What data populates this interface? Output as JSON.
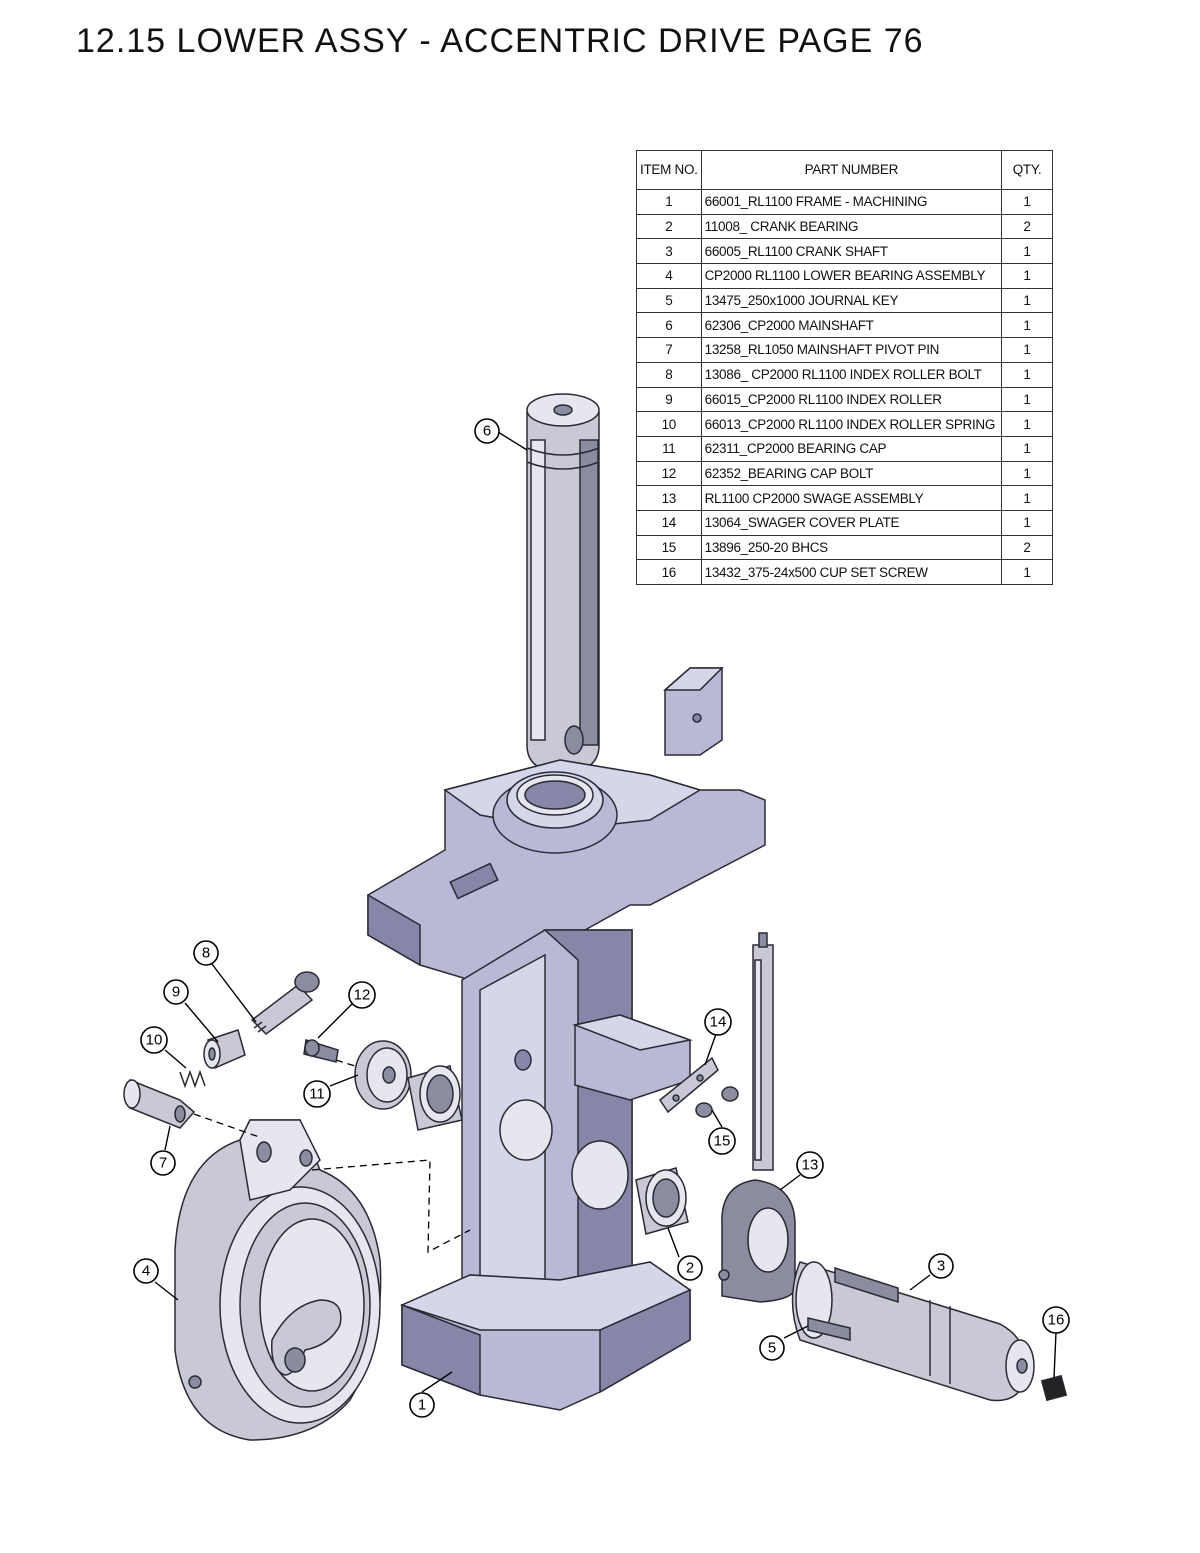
{
  "title": "12.15 LOWER ASSY - ACCENTRIC DRIVE  PAGE 76",
  "bom": {
    "headers": {
      "item": "ITEM NO.",
      "part": "PART NUMBER",
      "qty": "QTY."
    },
    "rows": [
      {
        "item": "1",
        "part": "66001_RL1100 FRAME - MACHINING",
        "qty": "1"
      },
      {
        "item": "2",
        "part": "11008_ CRANK BEARING",
        "qty": "2"
      },
      {
        "item": "3",
        "part": "66005_RL1100 CRANK SHAFT",
        "qty": "1"
      },
      {
        "item": "4",
        "part": "CP2000 RL1100 LOWER BEARING ASSEMBLY",
        "qty": "1"
      },
      {
        "item": "5",
        "part": "13475_250x1000 JOURNAL KEY",
        "qty": "1"
      },
      {
        "item": "6",
        "part": "62306_CP2000 MAINSHAFT",
        "qty": "1"
      },
      {
        "item": "7",
        "part": "13258_RL1050 MAINSHAFT PIVOT PIN",
        "qty": "1"
      },
      {
        "item": "8",
        "part": "13086_ CP2000 RL1100 INDEX ROLLER BOLT",
        "qty": "1"
      },
      {
        "item": "9",
        "part": "66015_CP2000 RL1100 INDEX ROLLER",
        "qty": "1"
      },
      {
        "item": "10",
        "part": "66013_CP2000 RL1100 INDEX ROLLER SPRING",
        "qty": "1"
      },
      {
        "item": "11",
        "part": "62311_CP2000 BEARING CAP",
        "qty": "1"
      },
      {
        "item": "12",
        "part": "62352_BEARING CAP BOLT",
        "qty": "1"
      },
      {
        "item": "13",
        "part": "RL1100 CP2000 SWAGE ASSEMBLY",
        "qty": "1"
      },
      {
        "item": "14",
        "part": "13064_SWAGER COVER PLATE",
        "qty": "1"
      },
      {
        "item": "15",
        "part": "13896_250-20 BHCS",
        "qty": "2"
      },
      {
        "item": "16",
        "part": "13432_375-24x500 CUP SET SCREW",
        "qty": "1"
      }
    ]
  },
  "callouts": [
    "1",
    "2",
    "3",
    "4",
    "5",
    "6",
    "7",
    "8",
    "9",
    "10",
    "11",
    "12",
    "13",
    "14",
    "15",
    "16"
  ],
  "colors": {
    "part_fill": "#c9c9d6",
    "frame_fill": "#b9b9d6",
    "outline": "#2a2a35"
  }
}
